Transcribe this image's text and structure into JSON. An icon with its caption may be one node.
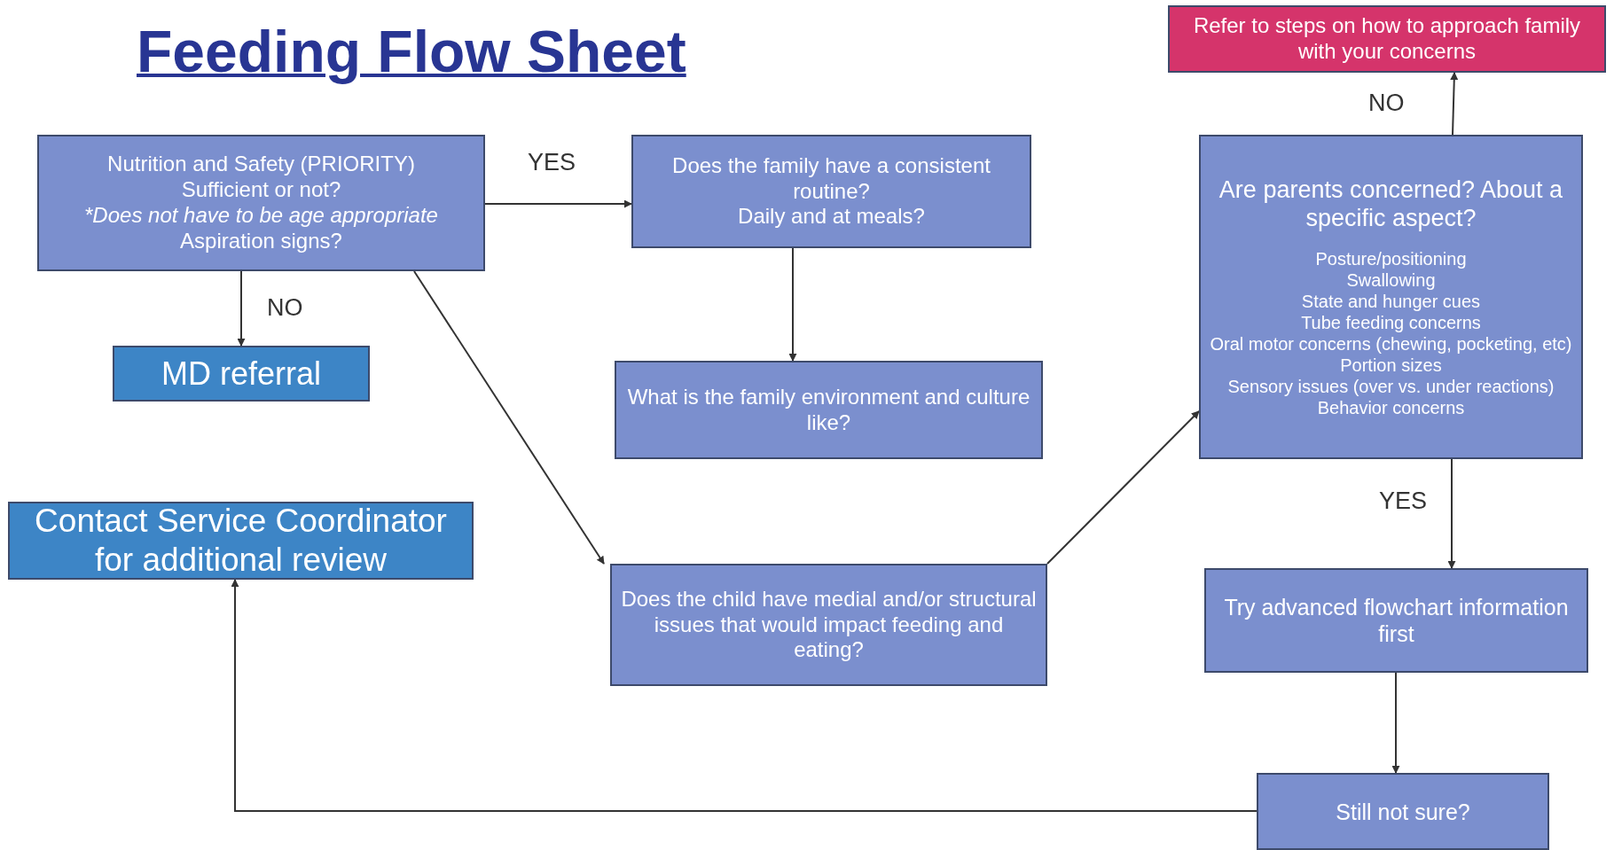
{
  "diagram": {
    "title": "Feeding Flow Sheet",
    "nodes": [
      {
        "text": [
          "Nutrition and Safety (PRIORITY)",
          "Sufficient or not?",
          "*Does not have to be age appropriate",
          "Aspiration signs?"
        ]
      },
      {
        "text": [
          "Does the family have a consistent routine?",
          "Daily and at meals?"
        ]
      },
      {
        "text": [
          "What is the family environment and culture like?"
        ]
      },
      {
        "text": [
          "Does the child have medial and/or structural issues that would impact feeding and eating?"
        ]
      },
      {
        "text": [
          "MD referral"
        ]
      },
      {
        "text": [
          "Contact Service Coordinator for additional review"
        ]
      },
      {
        "text": [
          "Refer to steps on how to approach family with your concerns"
        ]
      },
      {
        "text": [
          "Are parents concerned? About a specific aspect?",
          "Posture/positioning",
          "Swallowing",
          "State and hunger cues",
          "Tube feeding concerns",
          "Oral motor concerns (chewing, pocketing, etc)",
          "Portion sizes",
          "Sensory issues (over vs. under reactions)",
          "Behavior concerns"
        ]
      },
      {
        "text": [
          "Try advanced flowchart information first"
        ]
      },
      {
        "text": [
          "Still not sure?"
        ]
      }
    ],
    "edges": [
      {
        "from": 0,
        "to": 1,
        "arrow": "to",
        "label": "YES"
      },
      {
        "from": 0,
        "to": 4,
        "arrow": "to",
        "label": "NO"
      },
      {
        "from": 1,
        "to": 2,
        "arrow": "to"
      },
      {
        "from": 0,
        "to": 3,
        "arrow": "to"
      },
      {
        "from": 3,
        "to": 7,
        "arrow": "to"
      },
      {
        "from": 7,
        "to": 6,
        "arrow": "to",
        "label": "NO"
      },
      {
        "from": 7,
        "to": 8,
        "arrow": "to",
        "label": "YES"
      },
      {
        "from": 8,
        "to": 9,
        "arrow": "to"
      },
      {
        "from": 9,
        "to": 5,
        "arrow": "to"
      }
    ]
  }
}
